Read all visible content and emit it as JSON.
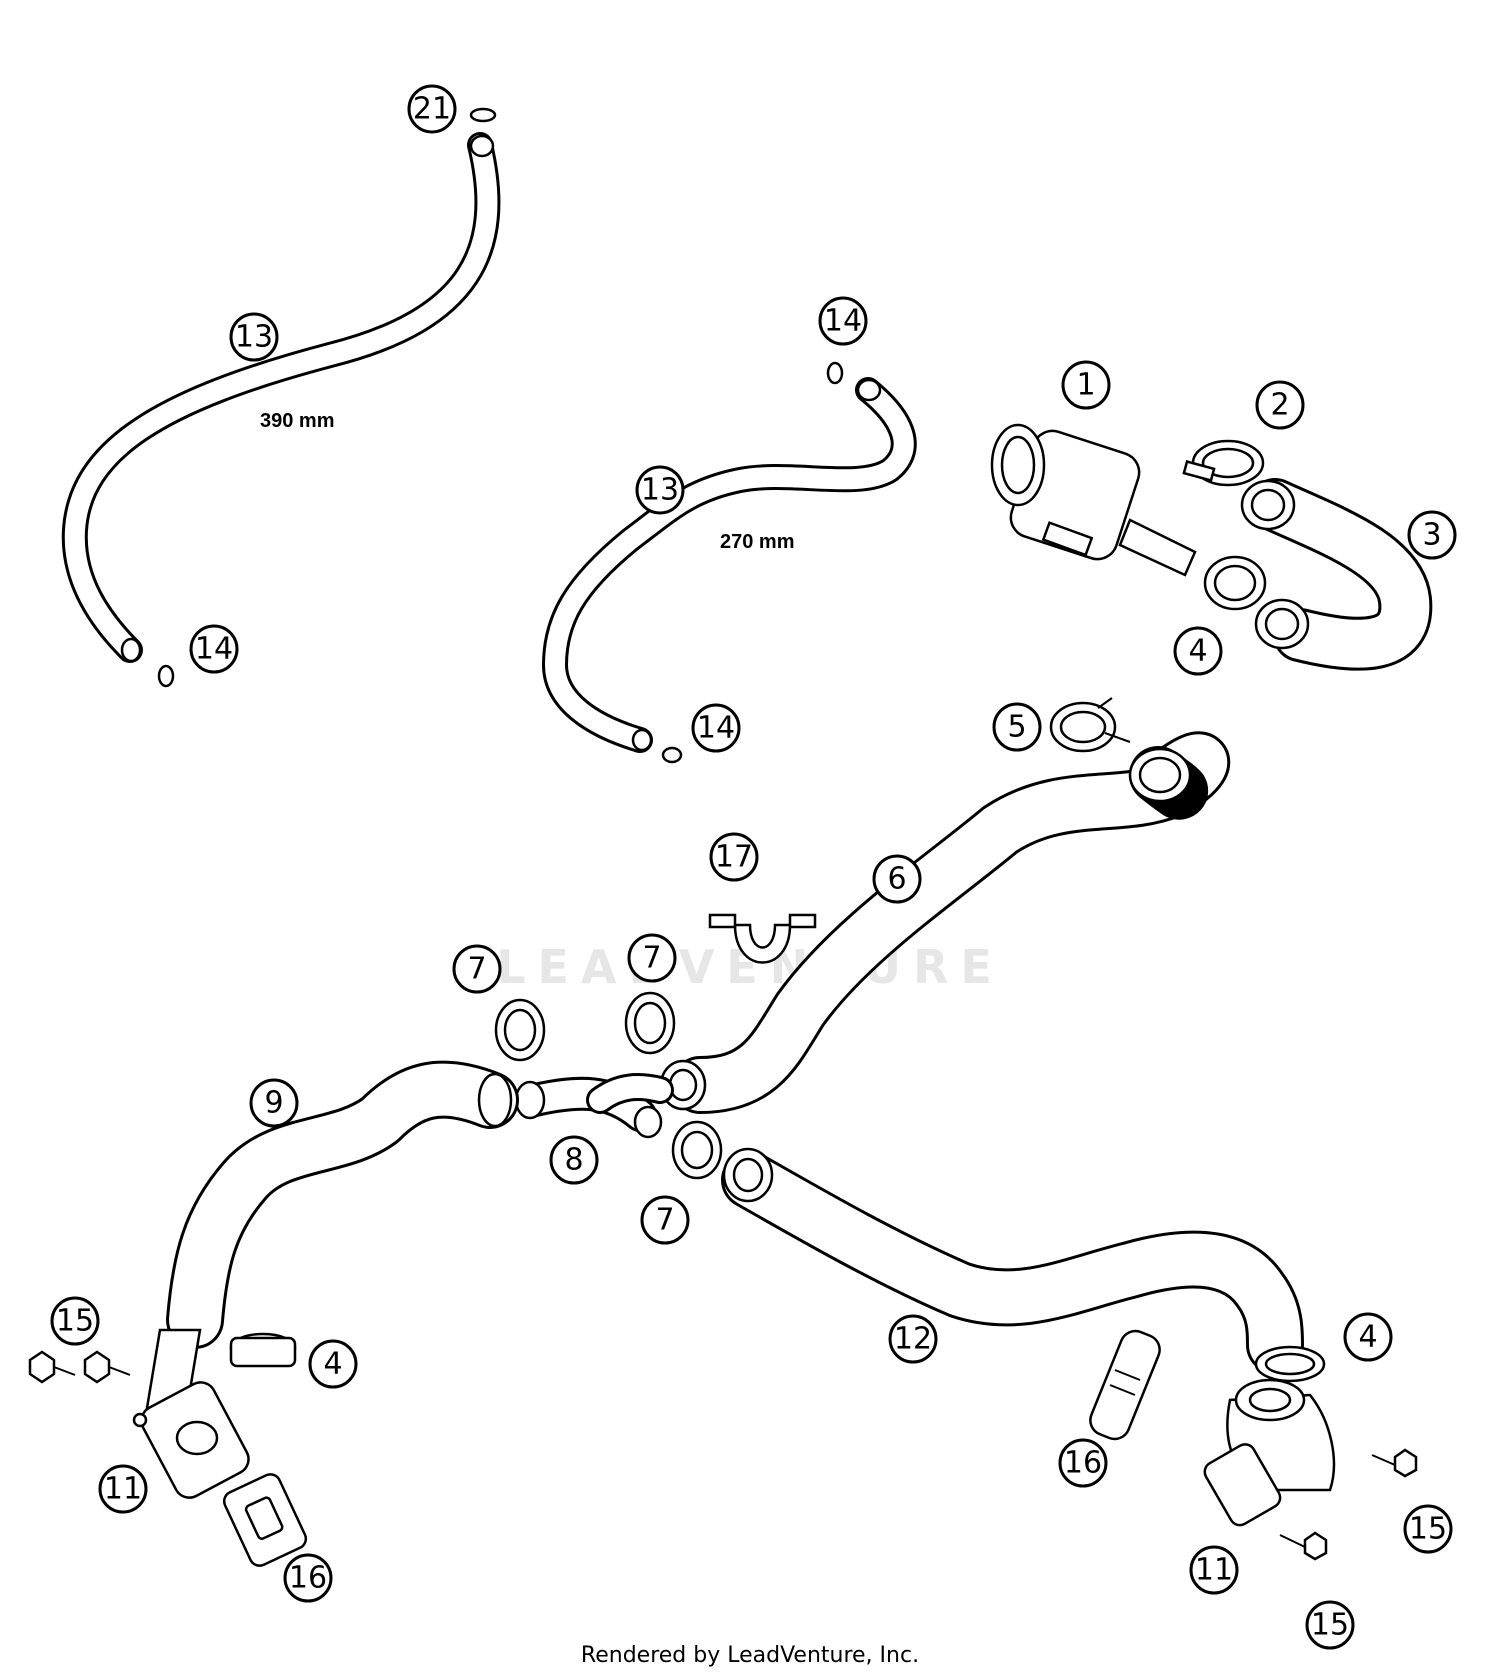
{
  "callouts": {
    "c1": "1",
    "c2": "2",
    "c3": "3",
    "c4a": "4",
    "c4b": "4",
    "c4c": "4",
    "c5": "5",
    "c6": "6",
    "c7a": "7",
    "c7b": "7",
    "c7c": "7",
    "c8": "8",
    "c9": "9",
    "c11a": "11",
    "c11b": "11",
    "c12": "12",
    "c13a": "13",
    "c13b": "13",
    "c14a": "14",
    "c14b": "14",
    "c14c": "14",
    "c15a": "15",
    "c15b": "15",
    "c15c": "15",
    "c16a": "16",
    "c16b": "16",
    "c17": "17",
    "c21": "21"
  },
  "dimensions": {
    "hose_long": "390 mm",
    "hose_short": "270 mm"
  },
  "watermark": "LEADVENTURE",
  "footer": {
    "credit": "Rendered by LeadVenture, Inc."
  }
}
